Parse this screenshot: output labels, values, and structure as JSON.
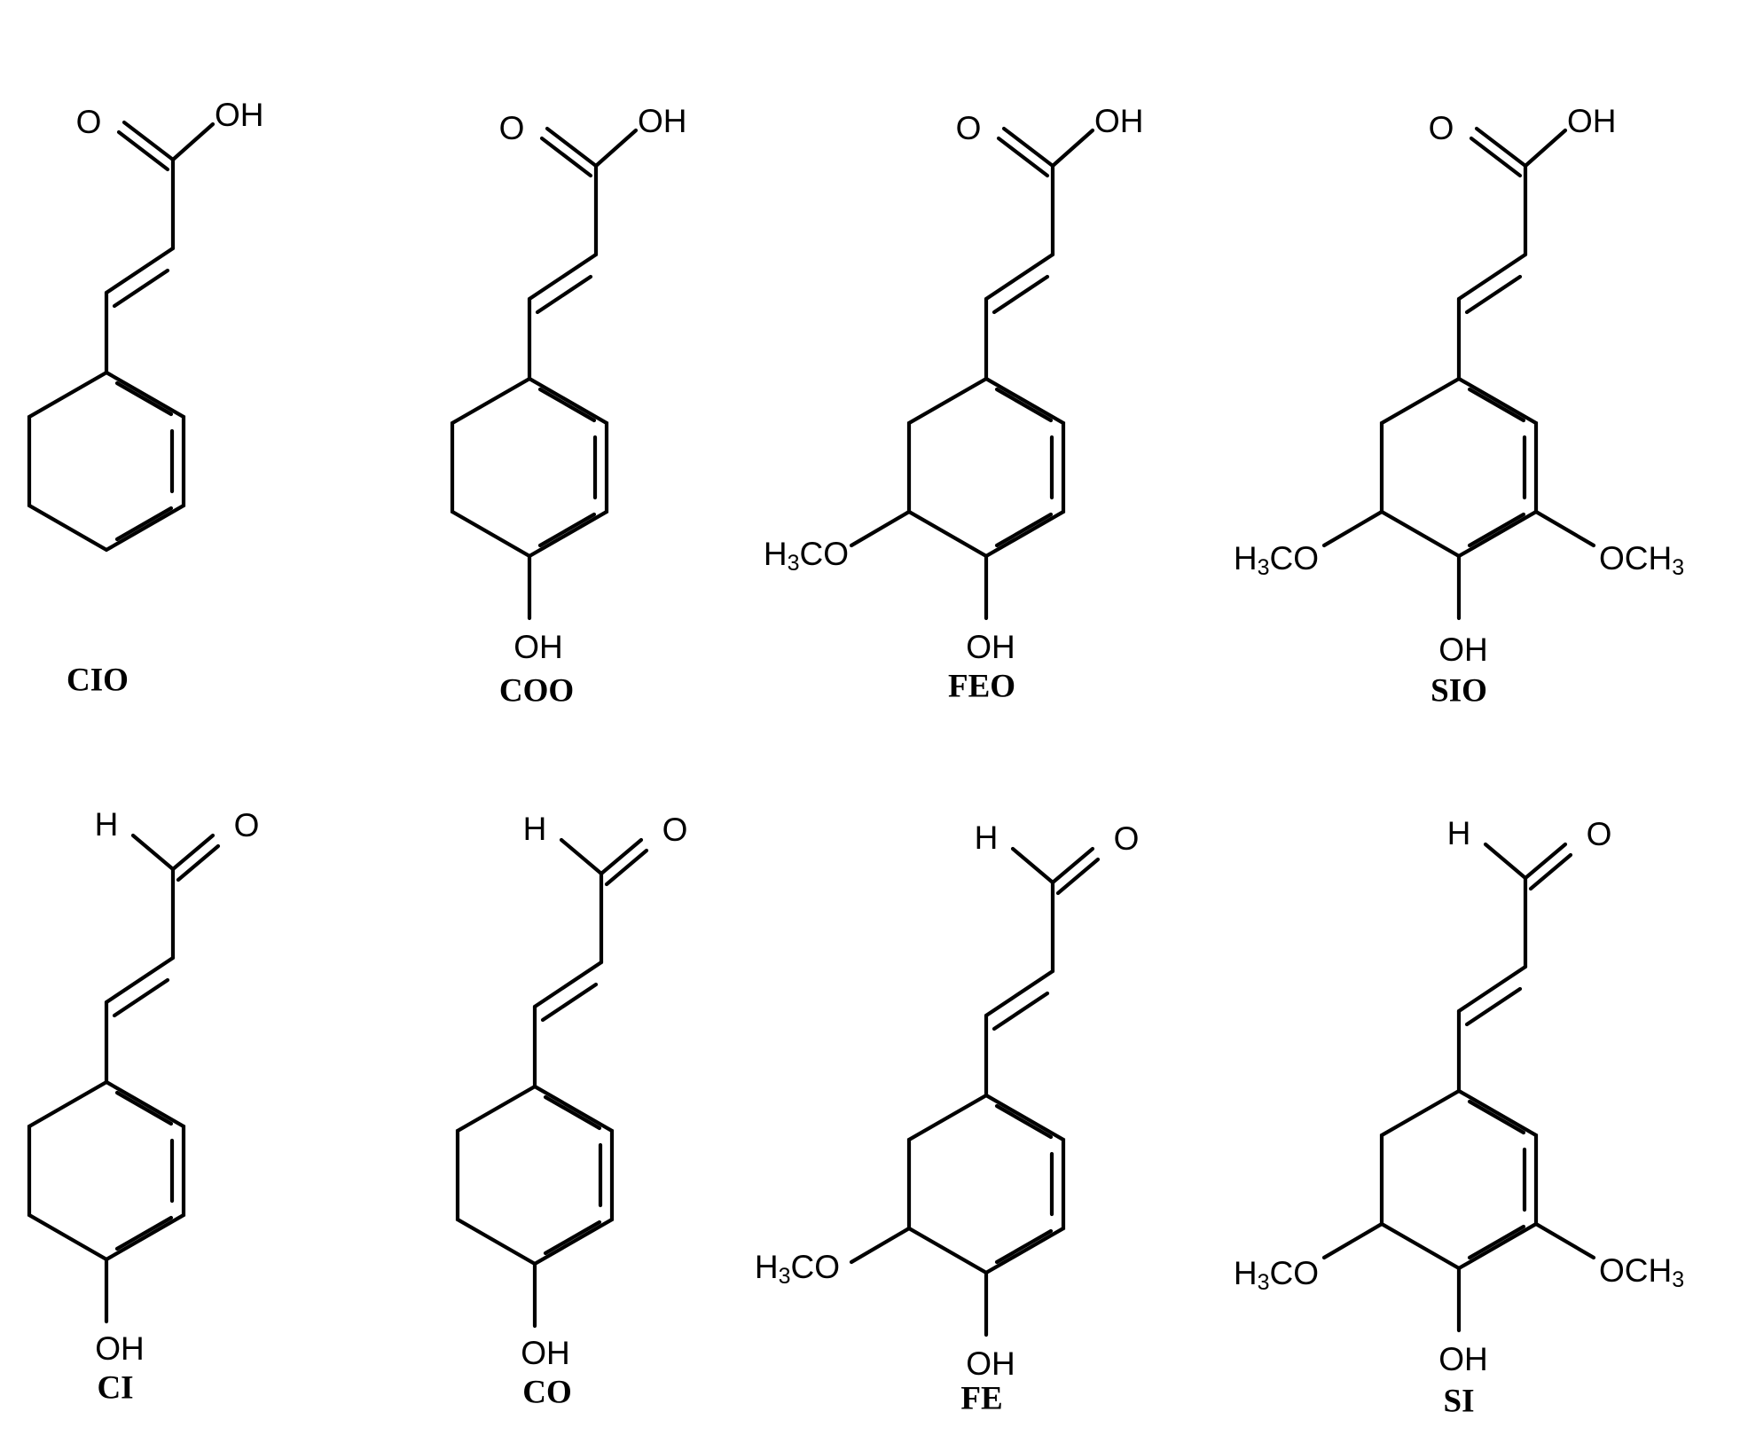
{
  "figure": {
    "compounds": [
      {
        "name": "CIO",
        "group": "acid",
        "substituents": "none"
      },
      {
        "name": "COO",
        "group": "acid",
        "substituents": "OH"
      },
      {
        "name": "FEO",
        "group": "acid",
        "substituents": "OH, OCH3"
      },
      {
        "name": "SIO",
        "group": "acid",
        "substituents": "OH, OCH3, OCH3"
      },
      {
        "name": "CI",
        "group": "aldehyde",
        "substituents": "OH"
      },
      {
        "name": "CO",
        "group": "aldehyde",
        "substituents": "OH"
      },
      {
        "name": "FE",
        "group": "aldehyde",
        "substituents": "OH, OCH3"
      },
      {
        "name": "SI",
        "group": "aldehyde",
        "substituents": "OH, OCH3, OCH3"
      }
    ],
    "atom_labels": {
      "oxygen": "O",
      "hydroxyl": "OH",
      "hydrogen": "H",
      "methoxy_left": "H3CO",
      "methoxy_right": "OCH3"
    },
    "colors": {
      "ink": "#000000",
      "background": "#ffffff"
    }
  }
}
